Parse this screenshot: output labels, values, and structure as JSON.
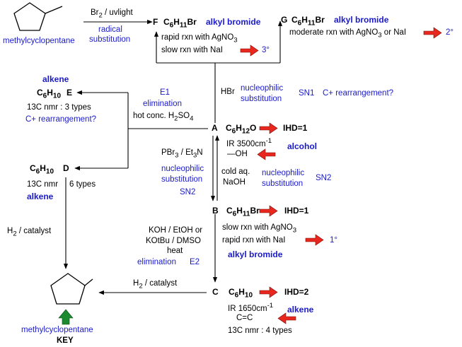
{
  "compounds": {
    "F": {
      "letter": "F",
      "formula_html": "C<sub>6</sub>H<sub>11</sub>Br",
      "class": "alkyl bromide",
      "test1": "rapid rxn with AgNO<sub>3</sub>",
      "test2": "slow rxn with NaI",
      "degree": "3°"
    },
    "G": {
      "letter": "G",
      "formula_html": "C<sub>6</sub>H<sub>11</sub>Br",
      "class": "alkyl bromide",
      "test": "moderate rxn with AgNO<sub>3</sub> or NaI",
      "degree": "2°"
    },
    "A": {
      "letter": "A",
      "formula_html": "C<sub>6</sub>H<sub>12</sub>O",
      "ihd": "IHD=1",
      "ir": "IR 3500cm<sup>-1</sup>",
      "group": "—OH",
      "class": "alcohol"
    },
    "B": {
      "letter": "B",
      "formula_html": "C<sub>6</sub>H<sub>11</sub>Br",
      "ihd": "IHD=1",
      "test1": "slow rxn with AgNO<sub>3</sub>",
      "test2": "rapid rxn with NaI",
      "degree": "1°",
      "class": "alkyl bromide"
    },
    "C": {
      "letter": "C",
      "formula_html": "C<sub>6</sub>H<sub>10</sub>",
      "ihd": "IHD=2",
      "ir": "IR 1650cm<sup>-1</sup>",
      "group": "C=C",
      "class": "alkene",
      "nmr": "13C nmr : 4 types"
    },
    "D": {
      "letter": "D",
      "formula_html": "C<sub>6</sub>H<sub>10</sub>",
      "nmr1": "13C nmr",
      "nmr2": "6 types",
      "class": "alkene"
    },
    "E": {
      "letter": "E",
      "formula_html": "C<sub>6</sub>H<sub>10</sub>",
      "class": "alkene",
      "nmr": "13C nmr : 3 types",
      "note": "C+ rearrangement?"
    }
  },
  "start_material": "methylcyclopentane",
  "end_material": "methylcyclopentane",
  "key_label": "KEY",
  "reactions": {
    "radical_reagent_html": "Br<sub>2</sub> / uvlight",
    "radical_type_1": "radical",
    "radical_type_2": "substitution",
    "hbr_reagent": "HBr",
    "hbr_mech_1": "nucleophilic",
    "hbr_mech_2": "substitution",
    "hbr_sn": "SN1",
    "hbr_note": "C+ rearrangement?",
    "e1_label": "E1",
    "e1_type": "elimination",
    "e1_reagent_html": "hot conc. H<sub>2</sub>SO<sub>4</sub>",
    "pbr3_reagent_html": "PBr<sub>3</sub> / Et<sub>3</sub>N",
    "pbr3_mech_1": "nucleophilic",
    "pbr3_mech_2": "substitution",
    "pbr3_sn": "SN2",
    "naoh_reagent_1": "cold aq.",
    "naoh_reagent_2": "NaOH",
    "naoh_mech_1": "nucleophilic",
    "naoh_mech_2": "substitution",
    "naoh_sn": "SN2",
    "elim_reagent_1": "KOH / EtOH or",
    "elim_reagent_2": "KOtBu / DMSO",
    "elim_reagent_3": "heat",
    "elim_type": "elimination",
    "elim_e2": "E2",
    "h2_top_html": "H<sub>2</sub> / catalyst",
    "h2_left_html": "H<sub>2</sub> / catalyst"
  },
  "colors": {
    "label_blue": "#1a1acc",
    "red_arrow": "#e8281e",
    "green_arrow": "#1b8a2e",
    "line": "#000000"
  }
}
